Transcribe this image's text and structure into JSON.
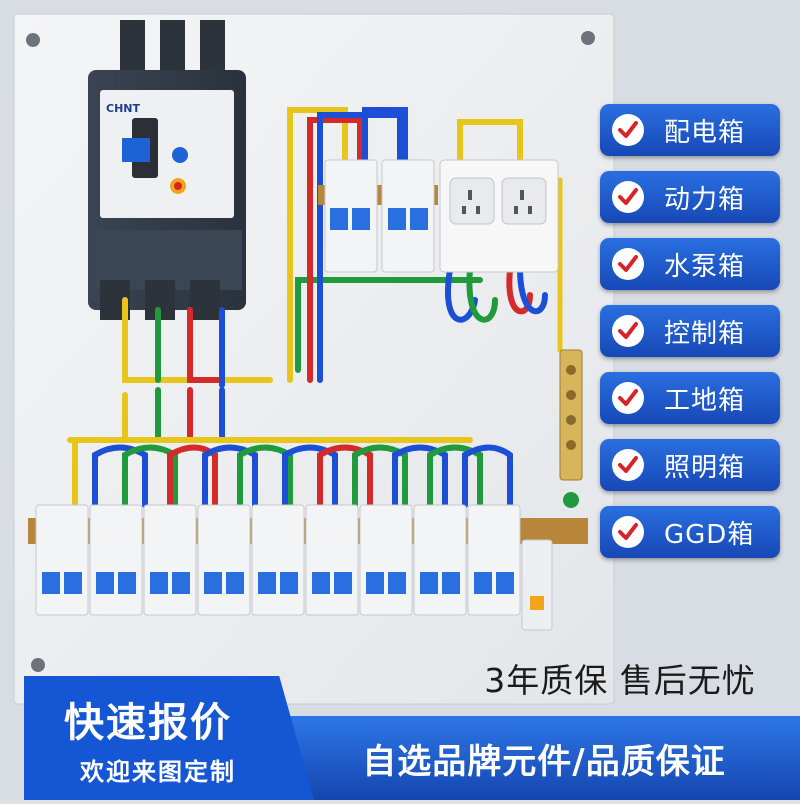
{
  "photo": {
    "brand": "CHNT",
    "breaker_count": 9,
    "socket_count": 2
  },
  "tags": [
    {
      "label": "配电箱"
    },
    {
      "label": "动力箱"
    },
    {
      "label": "水泵箱"
    },
    {
      "label": "控制箱"
    },
    {
      "label": "工地箱"
    },
    {
      "label": "照明箱"
    },
    {
      "label": "GGD箱"
    }
  ],
  "warranty": "3年质保 售后无忧",
  "promo": {
    "quote_title": "快速报价",
    "quote_sub": "欢迎来图定制",
    "slogan": "自选品牌元件/品质保证"
  },
  "colors": {
    "accent_blue": "#1a55c8",
    "check_red": "#d8232a",
    "wire_red": "#d42a2a",
    "wire_green": "#1f9a3c",
    "wire_blue": "#1d4fd6",
    "wire_yellow": "#e8c51a"
  }
}
